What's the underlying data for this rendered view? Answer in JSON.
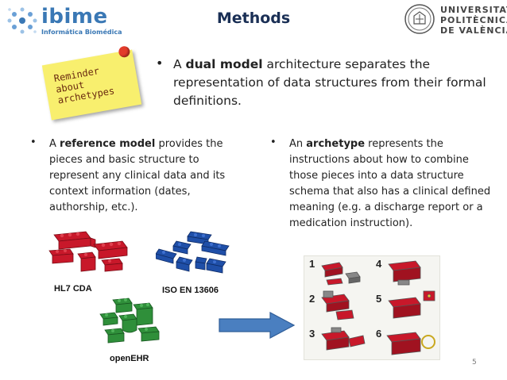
{
  "header": {
    "logo_name": "ibime",
    "logo_subtitle": "Informática Biomédica",
    "title": "Methods",
    "university_lines": [
      "UNIVERSITAT",
      "POLITÈCNICA",
      "DE VALÈNCIA"
    ]
  },
  "sticky_note": {
    "lines": [
      "Reminder",
      "about",
      "archetypes"
    ],
    "color": "#f8ef6e"
  },
  "top_bullet": {
    "pre": "A ",
    "bold": "dual model",
    "post": " architecture separates the representation of data structures from their formal definitions."
  },
  "left_bullet": {
    "pre": "A ",
    "bold": "reference model",
    "post": " provides the pieces and basic structure to represent any clinical data and its context information (dates, authorship, etc.)."
  },
  "right_bullet": {
    "pre": "An ",
    "bold": "archetype",
    "post": " represents the instructions about how to combine those pieces into a data structure schema that also has a clinical defined meaning (e.g. a discharge report or a medication instruction)."
  },
  "lego_labels": {
    "red": "HL7 CDA",
    "blue": "ISO EN 13606",
    "green": "openEHR"
  },
  "instruction_steps": [
    "1",
    "2",
    "3",
    "4",
    "5",
    "6"
  ],
  "colors": {
    "title": "#1a2f55",
    "logo_blue": "#3a78b5",
    "lego_red": "#c8182a",
    "lego_blue": "#1f4fa8",
    "lego_green": "#2f8f3a",
    "arrow": "#4a7fc0"
  },
  "slide_number": "5"
}
